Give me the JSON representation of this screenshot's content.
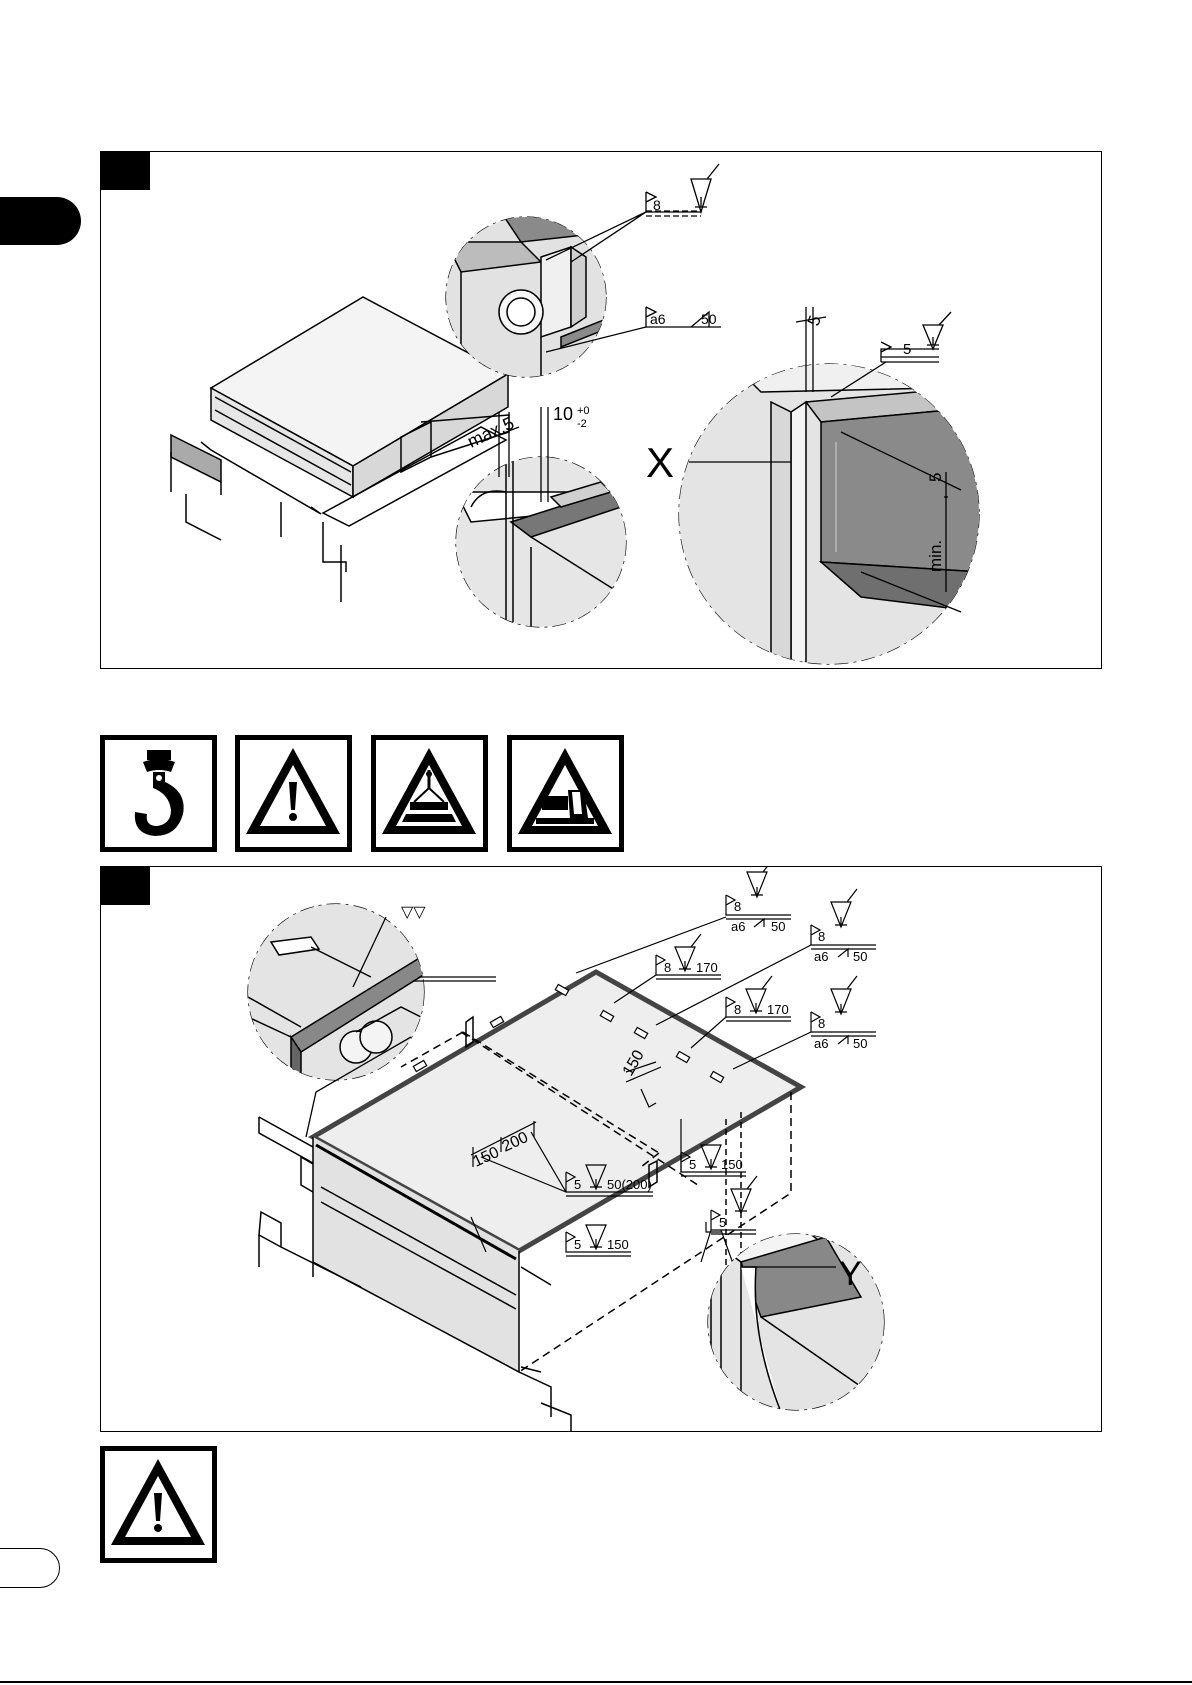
{
  "figure1": {
    "detail_top": {
      "weld1": "8",
      "weld2_a": "a6",
      "weld2_len": "50"
    },
    "detail_bottom": {
      "dim_max": "max.5",
      "dim_tol_base": "10",
      "dim_tol_plus": "+0",
      "dim_tol_minus": "-2"
    },
    "detail_right": {
      "dim_top": "5",
      "weld": "5",
      "label": "X",
      "dim_side": "5",
      "dim_min": "min."
    }
  },
  "icons": [
    {
      "name": "crane-hook-icon"
    },
    {
      "name": "warning-exclamation-icon"
    },
    {
      "name": "suspended-load-warning-icon"
    },
    {
      "name": "crush-hazard-warning-icon"
    }
  ],
  "figure2": {
    "detail_left_symbol": "▽▽",
    "welds": [
      {
        "top": "8",
        "bottom_a": "a6",
        "bottom_len": "50"
      },
      {
        "top": "8",
        "len": "170"
      },
      {
        "top": "8",
        "bottom_a": "a6",
        "bottom_len": "50"
      },
      {
        "top": "8",
        "len": "170"
      },
      {
        "top": "8",
        "bottom_a": "a6",
        "bottom_len": "50"
      },
      {
        "top": "5",
        "len": "150"
      },
      {
        "top": "5",
        "len": "50(200)"
      },
      {
        "top": "5",
        "len": "150"
      },
      {
        "top": "5"
      }
    ],
    "dim_150_right": "150",
    "dim_150_front": "150",
    "dim_200_front": "200",
    "label": "Y"
  },
  "bottom_warning_icon": "warning-exclamation-icon"
}
